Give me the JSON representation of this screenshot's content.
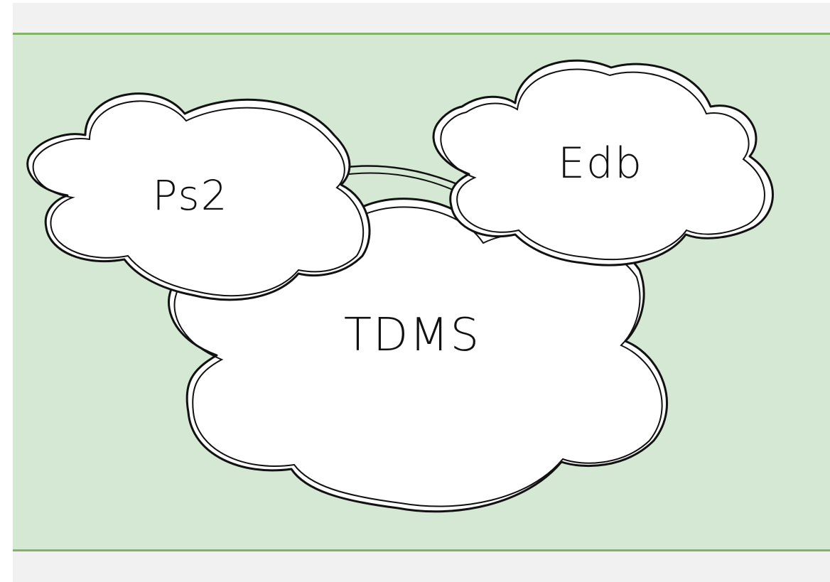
{
  "diagram": {
    "nodes": {
      "tdms": {
        "label": "TDMS"
      },
      "ps2": {
        "label": "Ps2"
      },
      "edb": {
        "label": "Edb"
      }
    },
    "colors": {
      "panel_fill": "#d5e8d4",
      "panel_border": "#82b366",
      "strip_fill": "#f1f1f1",
      "cloud_fill": "#ffffff",
      "stroke": "#111111"
    }
  }
}
